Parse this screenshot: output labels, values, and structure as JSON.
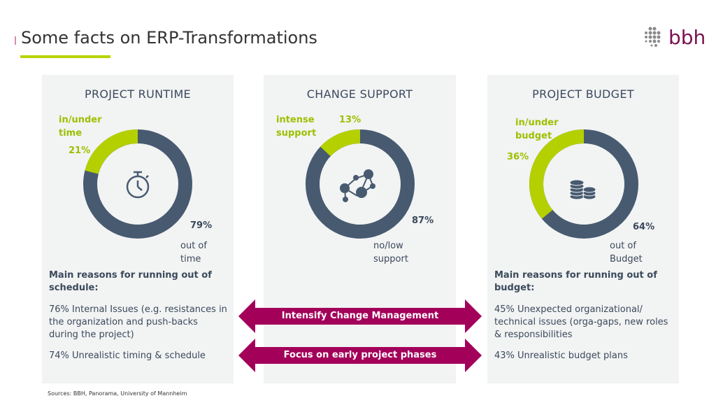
{
  "title": "Some facts on ERP-Transformations",
  "logo": "bbh",
  "colors": {
    "dark": "#475a70",
    "green": "#b5d000",
    "accent": "#a3005a"
  },
  "panels": [
    {
      "title": "PROJECT RUNTIME",
      "icon": "stopwatch-icon",
      "green_label": "in/under time",
      "green_pct": "21%",
      "green_value": 21,
      "dark_pct": "79%",
      "dark_label": "out of time",
      "reasons_title": "Main reasons for running out of schedule:",
      "reasons": [
        "76% Internal Issues (e.g. resistances in the organization and push-backs during the project)",
        "74% Unrealistic timing & schedule"
      ]
    },
    {
      "title": "CHANGE SUPPORT",
      "icon": "network-people-icon",
      "green_label": "intense support",
      "green_pct": "13%",
      "green_value": 13,
      "dark_pct": "87%",
      "dark_label": "no/low support"
    },
    {
      "title": "PROJECT BUDGET",
      "icon": "coins-icon",
      "green_label": "in/under budget",
      "green_pct": "36%",
      "green_value": 36,
      "dark_pct": "64%",
      "dark_label": "out of Budget",
      "reasons_title": "Main reasons for running out of budget:",
      "reasons": [
        "45% Unexpected organizational/ technical issues (orga-gaps, new roles & responsibilities",
        "43% Unrealistic budget plans"
      ]
    }
  ],
  "arrows": [
    "Intensify Change Management",
    "Focus on early project phases"
  ],
  "sources": "Sources: BBH, Panorama, University of Mannheim"
}
